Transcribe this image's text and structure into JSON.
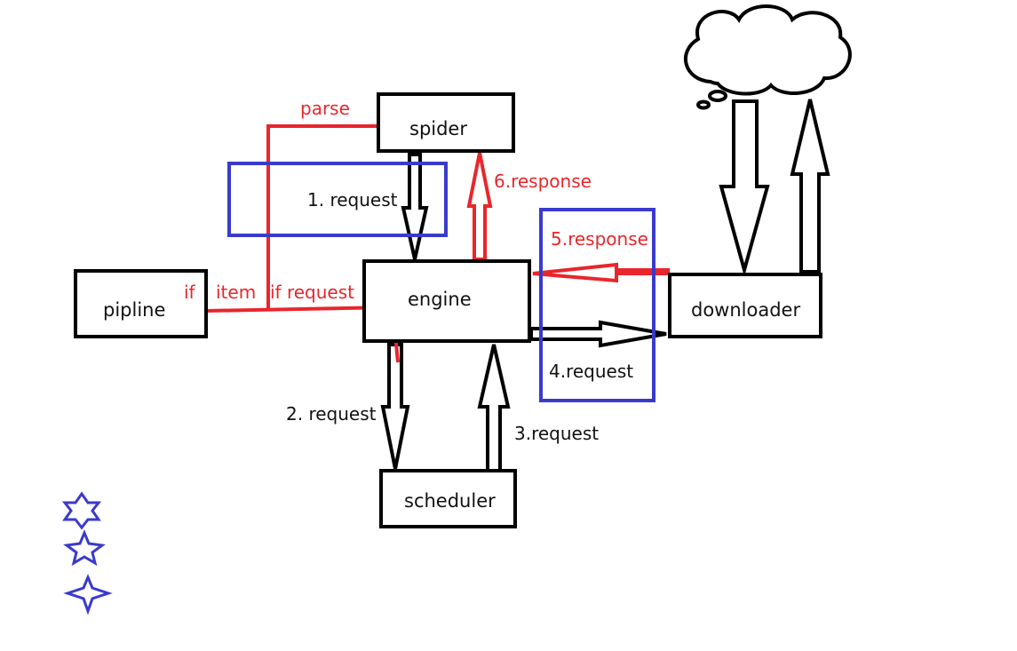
{
  "nodes": {
    "spider": "spider",
    "engine": "engine",
    "pipline": "pipline",
    "downloader": "downloader",
    "scheduler": "scheduler"
  },
  "edge_labels": {
    "request_1": "1. request",
    "request_2": "2. request",
    "request_3": "3.request",
    "request_4": "4.request",
    "response_5": "5.response",
    "response_6": "6.response",
    "parse": "parse",
    "if": "if",
    "item": "item",
    "if_request": "if request"
  },
  "colors": {
    "black": "#000000",
    "red": "#e8262c",
    "blue": "#3a3acc"
  },
  "decorations": {
    "star_count": 3,
    "cloud": "cloud-icon"
  }
}
